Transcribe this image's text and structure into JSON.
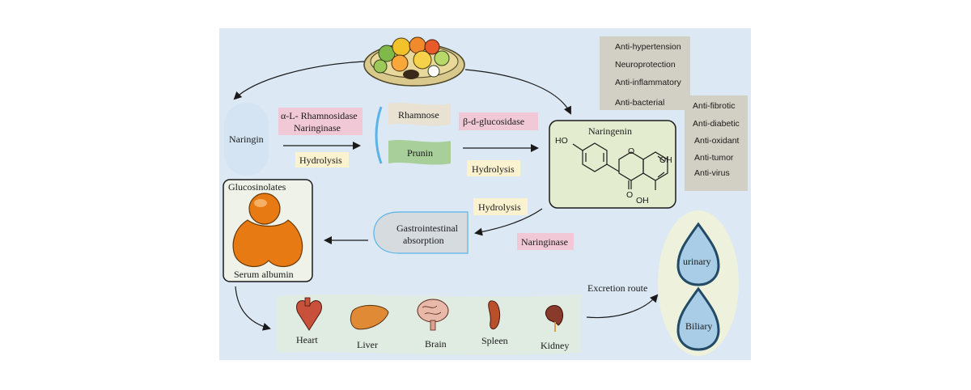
{
  "naringin": "Naringin",
  "enzyme_rhamnosidase": "α-L- Rhamnosidase",
  "enzyme_naringinase_1": "Naringinase",
  "hydrolysis_1": "Hydrolysis",
  "rhamnose": "Rhamnose",
  "prunin": "Prunin",
  "enzyme_glucosidase": "β-d-glucosidase",
  "hydrolysis_2": "Hydrolysis",
  "naringenin": {
    "title": "Naringenin",
    "ho_left": "HO",
    "oh_right": "OH",
    "oh_bottom": "OH",
    "o_ring": "O",
    "o_ketone": "O"
  },
  "effects_group_1": [
    "Anti-hypertension",
    "Neuroprotection",
    "Anti-inflammatory",
    "Anti-bacterial"
  ],
  "effects_group_2": [
    "Anti-fibrotic",
    "Anti-diabetic",
    "Anti-oxidant",
    "Anti-tumor",
    "Anti-virus"
  ],
  "hydrolysis_3": "Hydrolysis",
  "naringinase_2": "Naringinase",
  "gi_absorption": [
    "Gastrointestinal",
    "absorption"
  ],
  "glucosinolates": "Glucosinolates",
  "serum_albumin": "Serum albumin",
  "organs": [
    "Heart",
    "Liver",
    "Brain",
    "Spleen",
    "Kidney"
  ],
  "excretion_route": "Excretion route",
  "excretion": [
    "urinary",
    "Biliary"
  ],
  "colors": {
    "panel_bg": "#dce8f4",
    "enzyme_bg": "#f0c8d6",
    "hydrolysis_bg": "#fbf2cf",
    "naringenin_bg": "#e3eccf",
    "effects_bg": "#d2cfc4",
    "albumin_orange": "#e77a12",
    "drop_blue": "#a9cde6"
  }
}
